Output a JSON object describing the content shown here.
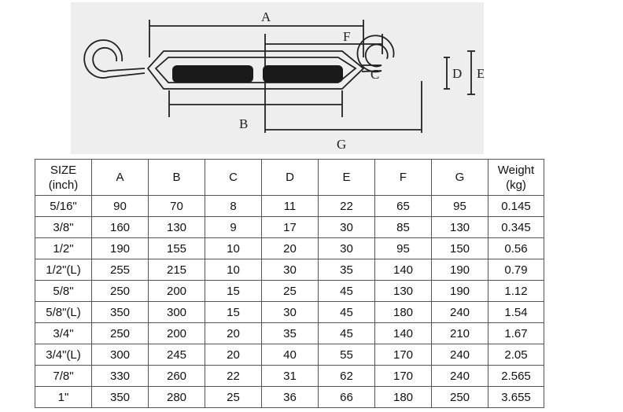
{
  "diagram": {
    "labels": {
      "A": "A",
      "B": "B",
      "C": "C",
      "D": "D",
      "E": "E",
      "F": "F",
      "G": "G"
    }
  },
  "table": {
    "headers": [
      "SIZE\n(inch)",
      "A",
      "B",
      "C",
      "D",
      "E",
      "F",
      "G",
      "Weight\n(kg)"
    ],
    "rows": [
      [
        "5/16\"",
        "90",
        "70",
        "8",
        "11",
        "22",
        "65",
        "95",
        "0.145"
      ],
      [
        "3/8\"",
        "160",
        "130",
        "9",
        "17",
        "30",
        "85",
        "130",
        "0.345"
      ],
      [
        "1/2\"",
        "190",
        "155",
        "10",
        "20",
        "30",
        "95",
        "150",
        "0.56"
      ],
      [
        "1/2\"(L)",
        "255",
        "215",
        "10",
        "30",
        "35",
        "140",
        "190",
        "0.79"
      ],
      [
        "5/8\"",
        "250",
        "200",
        "15",
        "25",
        "45",
        "130",
        "190",
        "1.12"
      ],
      [
        "5/8\"(L)",
        "350",
        "300",
        "15",
        "30",
        "45",
        "180",
        "240",
        "1.54"
      ],
      [
        "3/4\"",
        "250",
        "200",
        "20",
        "35",
        "45",
        "140",
        "210",
        "1.67"
      ],
      [
        "3/4\"(L)",
        "300",
        "245",
        "20",
        "40",
        "55",
        "170",
        "240",
        "2.05"
      ],
      [
        "7/8\"",
        "330",
        "260",
        "22",
        "31",
        "62",
        "170",
        "240",
        "2.565"
      ],
      [
        "1\"",
        "350",
        "280",
        "25",
        "36",
        "66",
        "180",
        "250",
        "3.655"
      ]
    ]
  }
}
